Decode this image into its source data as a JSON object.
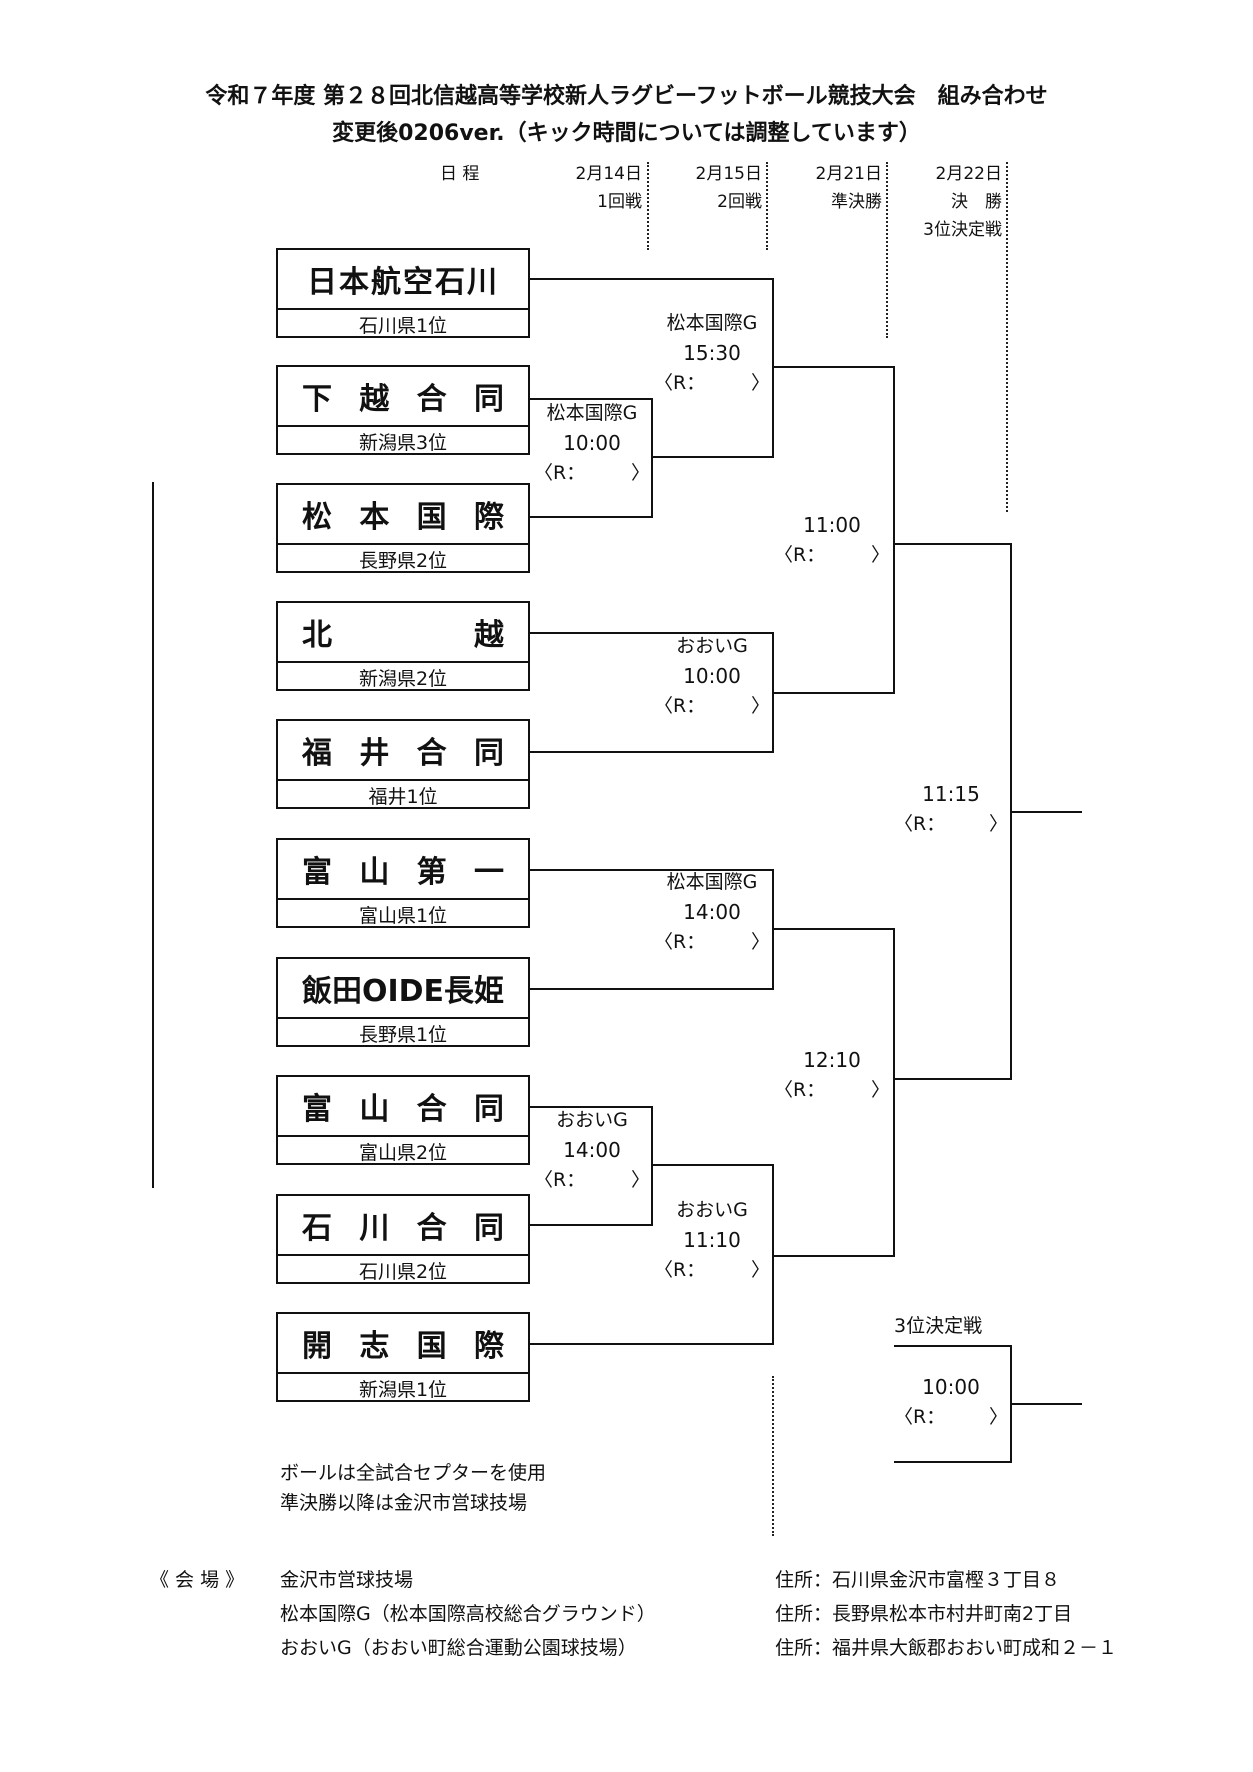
{
  "title": {
    "line1": "令和７年度 第２８回北信越高等学校新人ラグビーフットボール競技大会　組み合わせ",
    "line2": "変更後0206ver.（キック時間については調整しています）"
  },
  "schedule_header": {
    "label": "日 程",
    "rounds": [
      {
        "date": "2月14日",
        "round": "1回戦"
      },
      {
        "date": "2月15日",
        "round": "2回戦"
      },
      {
        "date": "2月21日",
        "round": "準決勝"
      },
      {
        "date": "2月22日",
        "round": "決　勝",
        "round2": "3位決定戦"
      }
    ]
  },
  "teams": [
    {
      "name": "日本航空石川",
      "seed": "石川県1位"
    },
    {
      "name": "下 越 合 同",
      "seed": "新潟県3位"
    },
    {
      "name": "松 本 国 際",
      "seed": "長野県2位"
    },
    {
      "name": "北 越",
      "seed": "新潟県2位"
    },
    {
      "name": "福 井 合 同",
      "seed": "福井1位"
    },
    {
      "name": "富 山 第 一",
      "seed": "富山県1位"
    },
    {
      "name": "飯田OIDE長姫",
      "seed": "長野県1位"
    },
    {
      "name": "富 山 合 同",
      "seed": "富山県2位"
    },
    {
      "name": "石 川 合 同",
      "seed": "石川県2位"
    },
    {
      "name": "開 志 国 際",
      "seed": "新潟県1位"
    }
  ],
  "matches": {
    "r1_top": {
      "venue": "松本国際G",
      "time": "10:00",
      "ref_open": "〈R：",
      "ref_close": "〉"
    },
    "r2_a": {
      "venue": "松本国際G",
      "time": "15:30",
      "ref_open": "〈R：",
      "ref_close": "〉"
    },
    "r2_b": {
      "venue": "おおいG",
      "time": "10:00",
      "ref_open": "〈R：",
      "ref_close": "〉"
    },
    "r2_c": {
      "venue": "松本国際G",
      "time": "14:00",
      "ref_open": "〈R：",
      "ref_close": "〉"
    },
    "r1_bot": {
      "venue": "おおいG",
      "time": "14:00",
      "ref_open": "〈R：",
      "ref_close": "〉"
    },
    "r2_d": {
      "venue": "おおいG",
      "time": "11:10",
      "ref_open": "〈R：",
      "ref_close": "〉"
    },
    "sf_1": {
      "time": "11:00",
      "ref_open": "〈R：",
      "ref_close": "〉"
    },
    "sf_2": {
      "time": "12:10",
      "ref_open": "〈R：",
      "ref_close": "〉"
    },
    "final": {
      "time": "11:15",
      "ref_open": "〈R：",
      "ref_close": "〉"
    },
    "third": {
      "label": "3位決定戦",
      "time": "10:00",
      "ref_open": "〈R：",
      "ref_close": "〉"
    }
  },
  "notes": [
    "ボールは全試合セプターを使用",
    "準決勝以降は金沢市営球技場"
  ],
  "venues": {
    "label": "《 会 場 》",
    "items": [
      {
        "name": "金沢市営球技場",
        "address": "住所：石川県金沢市富樫３丁目８"
      },
      {
        "name": "松本国際G（松本国際高校総合グラウンド）",
        "address": "住所：長野県松本市村井町南2丁目"
      },
      {
        "name": "おおいG（おおい町総合運動公園球技場）",
        "address": "住所：福井県大飯郡おおい町成和２－１"
      }
    ]
  }
}
